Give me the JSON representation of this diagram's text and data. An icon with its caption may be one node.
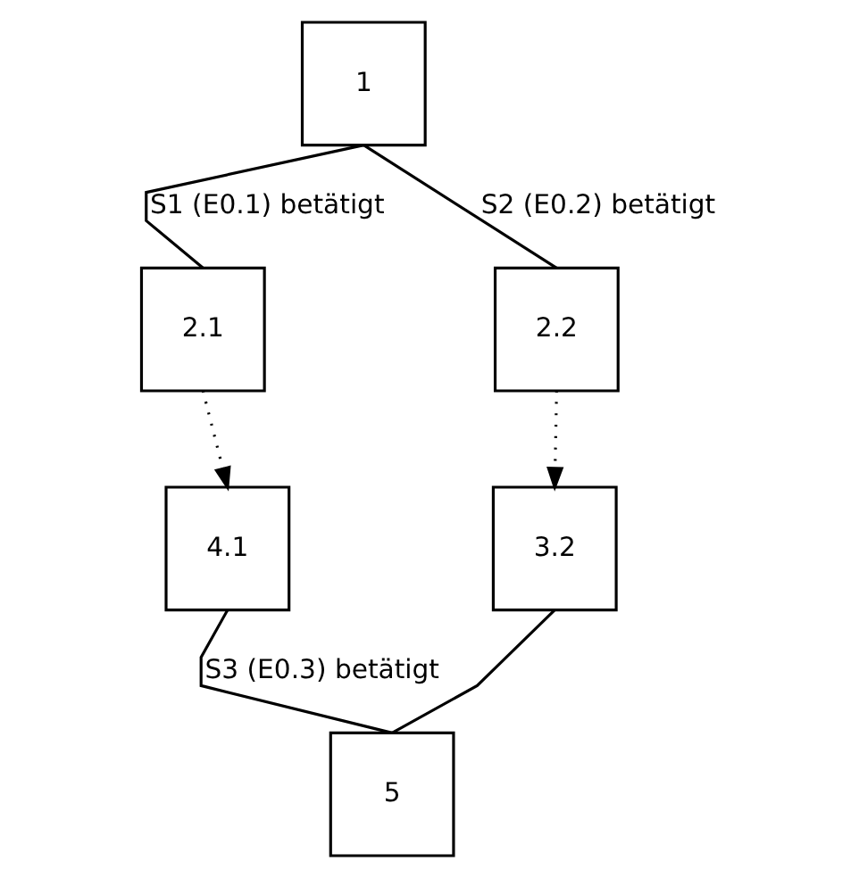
{
  "diagram": {
    "nodes": [
      {
        "text": [
          "1"
        ]
      },
      {
        "text": [
          "2.1"
        ]
      },
      {
        "text": [
          "2.2"
        ]
      },
      {
        "text": [
          "4.1"
        ]
      },
      {
        "text": [
          "3.2"
        ]
      },
      {
        "text": [
          "5"
        ]
      }
    ],
    "edges": [
      {
        "from": 0,
        "to": 1,
        "arrow": "none",
        "label": "S1 (E0.1) betätigt"
      },
      {
        "from": 0,
        "to": 2,
        "arrow": "none",
        "label": "S2 (E0.2) betätigt"
      },
      {
        "from": 1,
        "to": 3,
        "arrow": "to",
        "style": "dashed"
      },
      {
        "from": 2,
        "to": 4,
        "arrow": "to",
        "style": "dashed"
      },
      {
        "from": 3,
        "to": 5,
        "arrow": "none",
        "label": "S3 (E0.3) betätigt"
      },
      {
        "from": 4,
        "to": 5,
        "arrow": "none"
      }
    ]
  }
}
